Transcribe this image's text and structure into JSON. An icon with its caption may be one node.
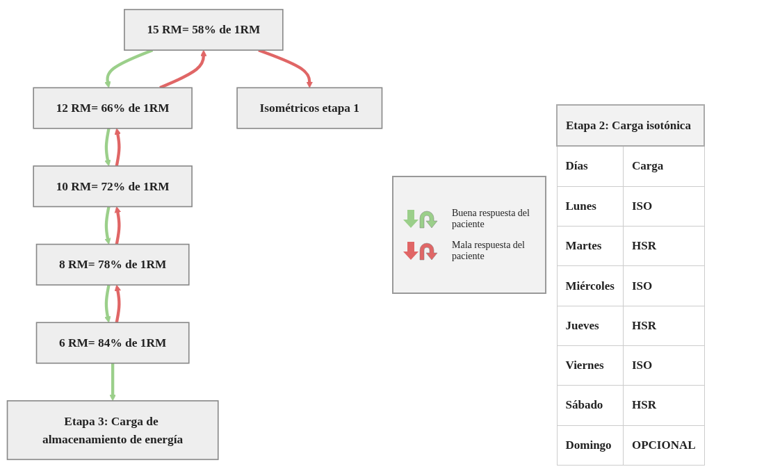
{
  "diagram": {
    "nodes": [
      {
        "text": [
          "15 RM= 58% de 1RM"
        ]
      },
      {
        "text": [
          "12 RM= 66% de 1RM"
        ]
      },
      {
        "text": [
          "10 RM= 72% de 1RM"
        ]
      },
      {
        "text": [
          "8 RM= 78% de 1RM"
        ]
      },
      {
        "text": [
          "6 RM= 84% de 1RM"
        ]
      },
      {
        "text": [
          "Isométricos etapa 1"
        ]
      },
      {
        "text": [
          "Etapa 3: Carga de almacenamiento de energía"
        ]
      }
    ],
    "edges": [
      {
        "from": 0,
        "to": 1,
        "arrow": "to"
      },
      {
        "from": 1,
        "to": 0,
        "arrow": "to",
        "color": "#e06666"
      },
      {
        "from": 1,
        "to": 2,
        "arrow": "to"
      },
      {
        "from": 2,
        "to": 1,
        "arrow": "to",
        "color": "#e06666"
      },
      {
        "from": 2,
        "to": 3,
        "arrow": "to"
      },
      {
        "from": 3,
        "to": 2,
        "arrow": "to",
        "color": "#e06666"
      },
      {
        "from": 3,
        "to": 4,
        "arrow": "to"
      },
      {
        "from": 4,
        "to": 3,
        "arrow": "to",
        "color": "#e06666"
      },
      {
        "from": 0,
        "to": 5,
        "arrow": "to",
        "color": "#e06666"
      },
      {
        "from": 4,
        "to": 6,
        "arrow": "to"
      }
    ],
    "labels": [
      "Etapa 2: Carga isotónica",
      "Días",
      "Carga",
      "Lunes",
      "ISO",
      "Martes",
      "HSR",
      "Miércoles",
      "ISO",
      "Jueves",
      "HSR",
      "Viernes",
      "ISO",
      "Sábado",
      "HSR",
      "Domingo",
      "OPCIONAL"
    ],
    "legend": [
      {
        "text": "Buena respuesta del paciente",
        "color": "#9bcf8a"
      },
      {
        "text": "Mala respuesta del paciente",
        "color": "#e06666"
      }
    ]
  }
}
